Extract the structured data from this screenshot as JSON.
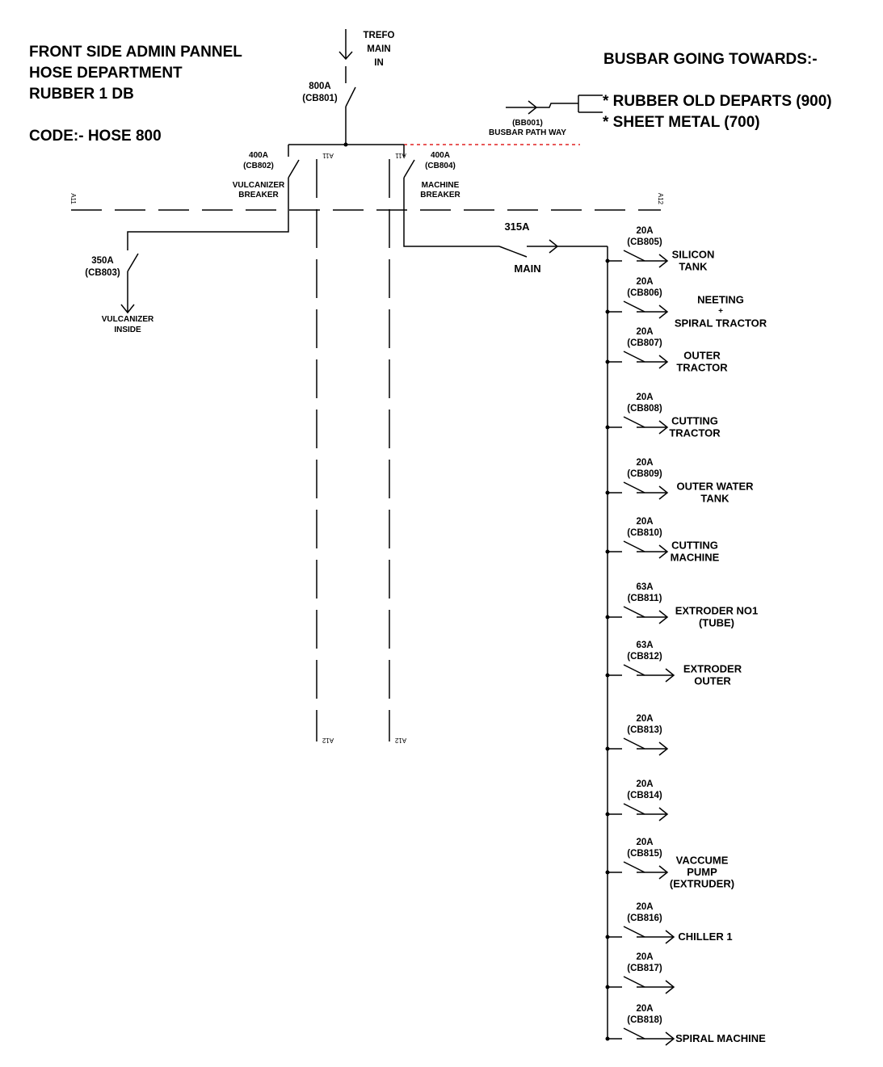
{
  "header": {
    "title_lines": [
      "FRONT SIDE ADMIN PANNEL",
      "HOSE DEPARTMENT",
      "RUBBER 1 DB"
    ],
    "code": "CODE:- HOSE 800"
  },
  "busbar_towards": {
    "heading": "BUSBAR GOING TOWARDS:-",
    "items": [
      "* RUBBER OLD DEPARTS (900)",
      "* SHEET METAL (700)"
    ]
  },
  "incomer": {
    "source_lines": [
      "TREFO",
      "MAIN",
      "IN"
    ],
    "rating": "800A",
    "code": "(CB801)"
  },
  "busbar_path": {
    "code": "(BB001)",
    "label": "BUSBAR PATH WAY"
  },
  "vulcanizer_breaker": {
    "rating": "400A",
    "code": "(CB802)",
    "name_lines": [
      "VULCANIZER",
      "BREAKER"
    ]
  },
  "machine_breaker": {
    "rating": "400A",
    "code": "(CB804)",
    "name_lines": [
      "MACHINE",
      "BREAKER"
    ]
  },
  "vulcanizer_inside": {
    "rating": "350A",
    "code": "(CB803)",
    "name_lines": [
      "VULCANIZER",
      "INSIDE"
    ]
  },
  "main_switch": {
    "rating": "315A",
    "name": "MAIN"
  },
  "section_tags": {
    "left": "A11",
    "right": "A12",
    "top_a": "A11",
    "top_b": "A11",
    "bottom_a": "A12",
    "bottom_b": "A12"
  },
  "feeders": [
    {
      "rating": "20A",
      "code": "(CB805)",
      "load_lines": [
        "SILICON",
        "TANK"
      ]
    },
    {
      "rating": "20A",
      "code": "(CB806)",
      "load_lines": [
        "NEETING",
        "+",
        "SPIRAL TRACTOR"
      ]
    },
    {
      "rating": "20A",
      "code": "(CB807)",
      "load_lines": [
        "OUTER",
        "TRACTOR"
      ]
    },
    {
      "rating": "20A",
      "code": "(CB808)",
      "load_lines": [
        "CUTTING",
        "TRACTOR"
      ]
    },
    {
      "rating": "20A",
      "code": "(CB809)",
      "load_lines": [
        "OUTER WATER",
        "TANK"
      ]
    },
    {
      "rating": "20A",
      "code": "(CB810)",
      "load_lines": [
        "CUTTING",
        "MACHINE"
      ]
    },
    {
      "rating": "63A",
      "code": "(CB811)",
      "load_lines": [
        "EXTRODER  NO1",
        "(TUBE)"
      ]
    },
    {
      "rating": "63A",
      "code": "(CB812)",
      "load_lines": [
        "EXTRODER",
        "OUTER"
      ]
    },
    {
      "rating": "20A",
      "code": "(CB813)",
      "load_lines": []
    },
    {
      "rating": "20A",
      "code": "(CB814)",
      "load_lines": []
    },
    {
      "rating": "20A",
      "code": "(CB815)",
      "load_lines": [
        "VACCUME",
        "PUMP",
        "(EXTRUDER)"
      ]
    },
    {
      "rating": "20A",
      "code": "(CB816)",
      "load_lines": [
        "CHILLER 1"
      ]
    },
    {
      "rating": "20A",
      "code": "(CB817)",
      "load_lines": []
    },
    {
      "rating": "20A",
      "code": "(CB818)",
      "load_lines": [
        "SPIRAL MACHINE"
      ]
    }
  ]
}
